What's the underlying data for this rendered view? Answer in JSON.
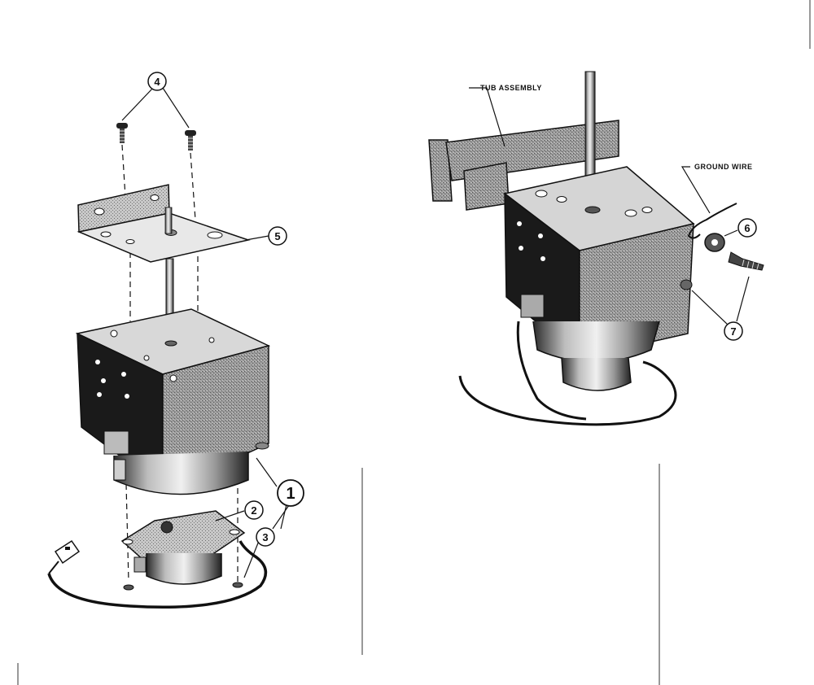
{
  "callouts": {
    "c1": "1",
    "c2": "2",
    "c3": "3",
    "c4": "4",
    "c5": "5",
    "c6": "6",
    "c7": "7"
  },
  "labels": {
    "tub_assembly": "TUB ASSEMBLY",
    "ground_wire": "GROUND WIRE"
  },
  "colors": {
    "ink": "#111111",
    "metal": "#8a8a8a",
    "dark_panel": "#1c1c1c",
    "paper": "#ffffff"
  }
}
